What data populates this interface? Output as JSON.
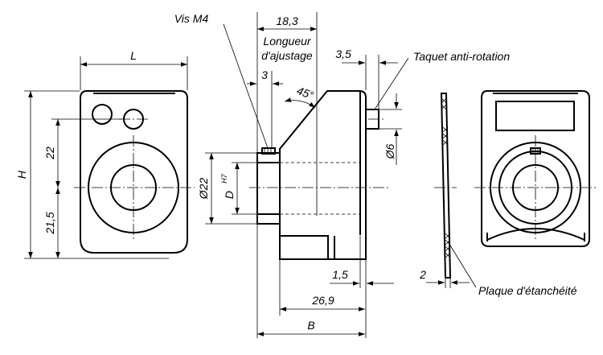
{
  "labels": {
    "screw": "Vis M4",
    "adjust_len_value": "18,3",
    "adjust_len_line1": "Longueur",
    "adjust_len_line2": "d'ajustage",
    "pin_offset": "3,5",
    "anti_rotation_pin": "Taquet anti-rotation",
    "dim_3": "3",
    "angle": "45°",
    "width_L": "L",
    "height_H": "H",
    "dim_22": "22",
    "dim_21_5": "21,5",
    "dia_22": "Ø22",
    "bore_D": "D",
    "bore_tol": "H7",
    "pin_dia": "Ø6",
    "dim_1_5": "1,5",
    "dim_26_9": "26,9",
    "dim_B": "B",
    "dim_2": "2",
    "seal_plate": "Plaque d'étanchéité"
  }
}
